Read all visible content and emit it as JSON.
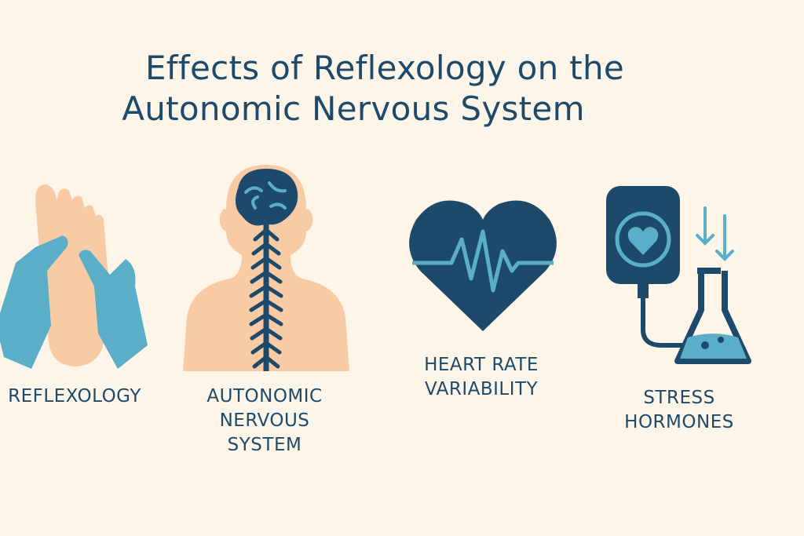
{
  "title": {
    "line1": "Effects of Reflexology on the",
    "line2": "Autonomic Nervous System"
  },
  "items": [
    {
      "label": "REFLEXOLOGY",
      "icon": "foot-hands-icon"
    },
    {
      "label_lines": [
        "AUTONOMIC",
        "NERVOUS",
        "SYSTEM"
      ],
      "icon": "brain-spine-icon"
    },
    {
      "label_lines": [
        "HEART RATE",
        "VARIABILITY"
      ],
      "icon": "heart-ecg-icon"
    },
    {
      "label_lines": [
        "STRESS",
        "HORMONES"
      ],
      "icon": "iv-bag-flask-icon"
    }
  ],
  "colors": {
    "background": "#fdf5e8",
    "navy": "#1d4a6b",
    "blue": "#5aaec8",
    "skin": "#f9cba5"
  }
}
